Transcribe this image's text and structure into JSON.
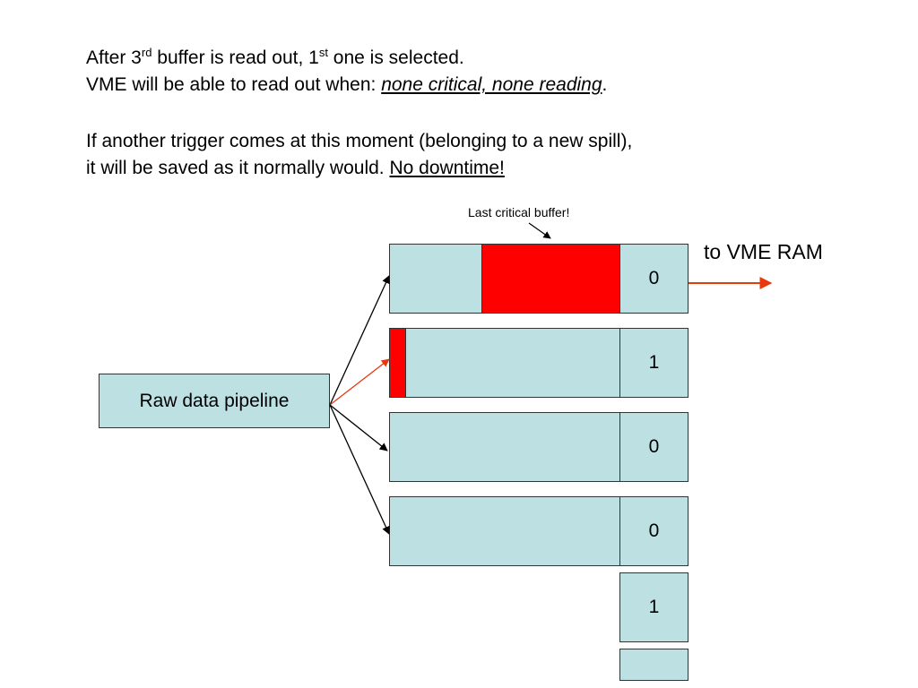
{
  "header": {
    "line1_a": "After 3",
    "line1_sup1": "rd",
    "line1_b": " buffer is read out, 1",
    "line1_sup2": "st",
    "line1_c": " one is selected.",
    "line2_a": "VME will be able to read out when: ",
    "line2_em": "none critical, none reading",
    "line2_b": ".",
    "line3": "If another trigger comes at this moment (belonging to a new spill),",
    "line4_a": "it will be saved as it normally would. ",
    "line4_u": "No downtime!"
  },
  "diagram": {
    "callout": "Last critical buffer!",
    "pipeline_label": "Raw data pipeline",
    "output_label": "to VME RAM",
    "flags": [
      "0",
      "1",
      "0",
      "0",
      "1",
      ""
    ],
    "colors": {
      "buffer_fill": "#bde0e3",
      "critical": "#ff0000",
      "outline": "#333333",
      "arrow_red": "#e8380d"
    }
  }
}
